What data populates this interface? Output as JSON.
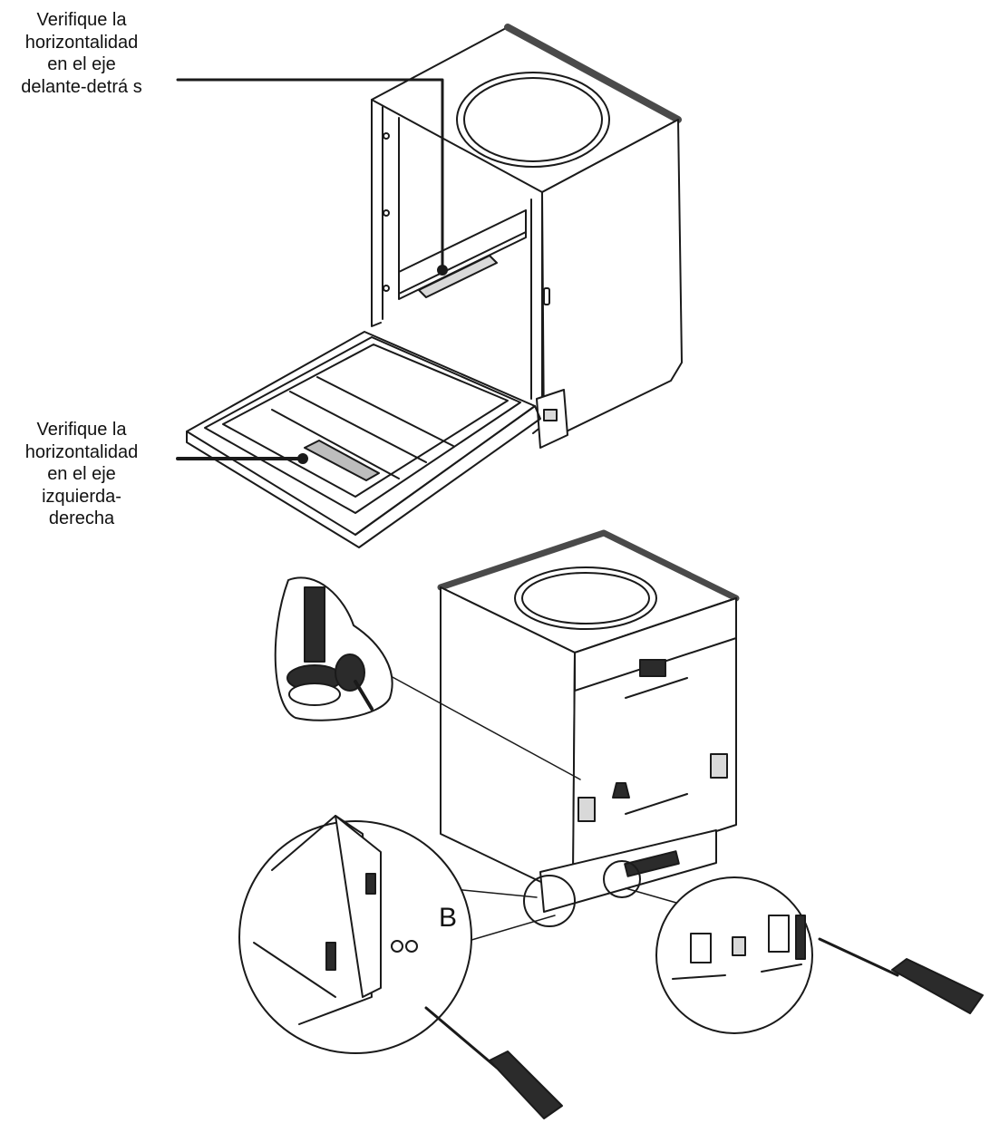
{
  "callouts": {
    "front_back": {
      "lines": [
        "Verifique la",
        "horizontalidad",
        "en el eje",
        "delante-detrá s"
      ]
    },
    "left_right": {
      "lines": [
        "Verifique la",
        "horizontalidad",
        "en el eje",
        "izquierda-",
        "derecha"
      ]
    }
  },
  "detail_left": {
    "marker": "B"
  },
  "colors": {
    "line": "#1a1a1a",
    "fill": "#ffffff",
    "shade": "#d9d9d9",
    "dark": "#2b2b2b"
  }
}
